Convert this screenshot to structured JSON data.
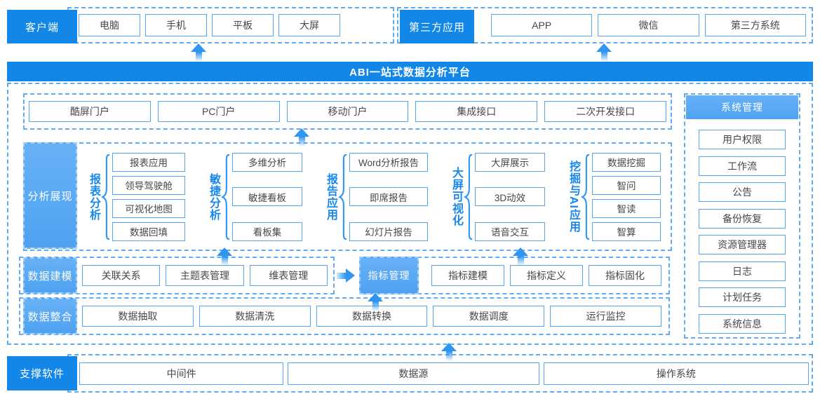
{
  "colors": {
    "primary_blue": "#1287e8",
    "light_blue": "#57a7f3",
    "box_border": "#55a4f0",
    "dashed_border": "#62aaf2",
    "arrow_blue": "#2e95f0",
    "group_label_blue": "#1787eb"
  },
  "banner": {
    "title": "ABI一站式数据分析平台"
  },
  "top": {
    "client": {
      "label": "客户端",
      "items": [
        "电脑",
        "手机",
        "平板",
        "大屏"
      ]
    },
    "third_party": {
      "label": "第三方应用",
      "items": [
        "APP",
        "微信",
        "第三方系统"
      ]
    }
  },
  "portals": {
    "items": [
      "酷屏门户",
      "PC门户",
      "移动门户",
      "集成接口",
      "二次开发接口"
    ]
  },
  "analysis": {
    "label": "分析展现",
    "groups": [
      {
        "name": "报表分析",
        "items": [
          "报表应用",
          "领导驾驶舱",
          "可视化地图",
          "数据回填"
        ]
      },
      {
        "name": "敏捷分析",
        "items": [
          "多维分析",
          "敏捷看板",
          "看板集"
        ]
      },
      {
        "name": "报告应用",
        "items": [
          "Word分析报告",
          "即席报告",
          "幻灯片报告"
        ]
      },
      {
        "name": "大屏可视化",
        "items": [
          "大屏展示",
          "3D动效",
          "语音交互"
        ]
      },
      {
        "name": "挖掘与AI应用",
        "items": [
          "数据挖掘",
          "智问",
          "智读",
          "智算"
        ]
      }
    ]
  },
  "modeling": {
    "label": "数据建模",
    "items": [
      "关联关系",
      "主题表管理",
      "维表管理"
    ],
    "metric_label": "指标管理",
    "metric_items": [
      "指标建模",
      "指标定义",
      "指标固化"
    ]
  },
  "integration": {
    "label": "数据整合",
    "items": [
      "数据抽取",
      "数据清洗",
      "数据转换",
      "数据调度",
      "运行监控"
    ]
  },
  "system": {
    "label": "系统管理",
    "items": [
      "用户权限",
      "工作流",
      "公告",
      "备份恢复",
      "资源管理器",
      "日志",
      "计划任务",
      "系统信息"
    ]
  },
  "support": {
    "label": "支撑软件",
    "items": [
      "中间件",
      "数据源",
      "操作系统"
    ]
  }
}
